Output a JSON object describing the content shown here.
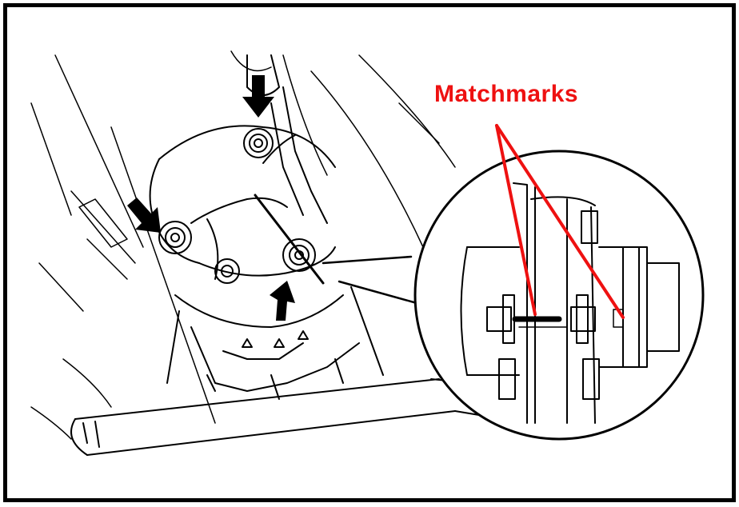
{
  "diagram": {
    "callout_label": "Matchmarks",
    "callout_color": "#ee1111",
    "line_color": "#000000",
    "background": "#ffffff",
    "arrows": [
      "arrow-top",
      "arrow-left",
      "arrow-bottom-right"
    ],
    "icons": [
      "bolt-icon",
      "arrow-icon",
      "magnifier-callout-icon"
    ]
  }
}
